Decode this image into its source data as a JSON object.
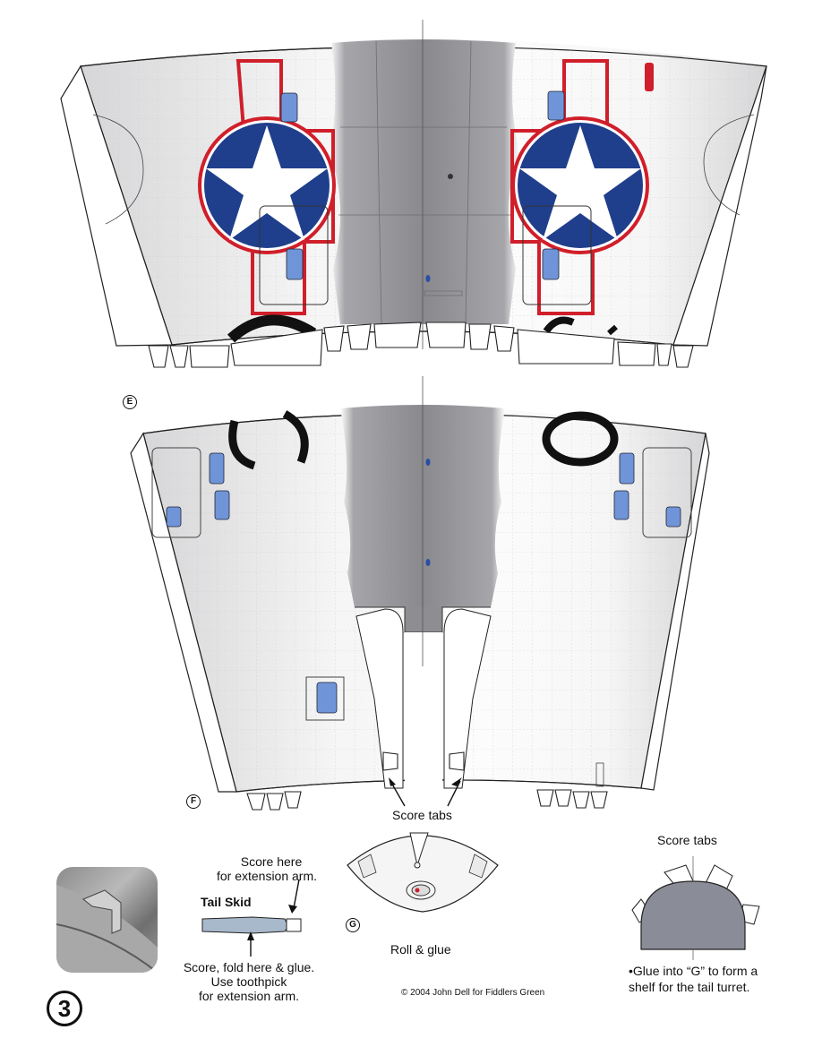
{
  "labels": {
    "part_e": "E",
    "part_f": "F",
    "part_g": "G",
    "score_tabs_f": "Score tabs",
    "score_tabs_right": "Score tabs",
    "score_here_line1": "Score here",
    "score_here_line2": "for extension arm.",
    "tail_skid": "Tail Skid",
    "score_fold_line1": "Score, fold here & glue.",
    "score_fold_line2": "Use toothpick",
    "score_fold_line3": "for extension arm.",
    "roll_glue": "Roll & glue",
    "copyright": "© 2004 John Dell for Fiddlers Green",
    "glue_line1": "•Glue into “G” to form a",
    "glue_line2": "shelf for the tail turret.",
    "page_number": "3"
  },
  "colors": {
    "insignia_blue": "#1f3f8c",
    "insignia_red": "#d01f2a",
    "panel_gray": "#8e8e92",
    "window_blue": "#6f95d8",
    "shelf_gray": "#8a8c98"
  },
  "icons": {
    "insignia": "star-roundel-icon",
    "photo": "tail-skid-photo"
  }
}
